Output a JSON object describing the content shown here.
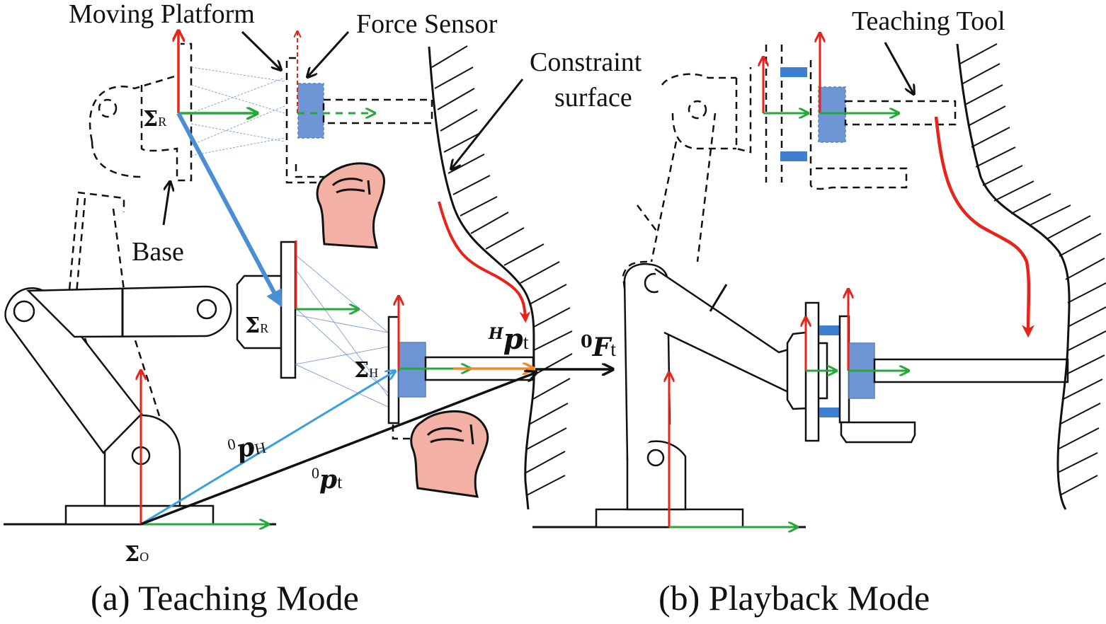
{
  "figure": {
    "panels": [
      {
        "id": "a",
        "caption": "(a) Teaching Mode"
      },
      {
        "id": "b",
        "caption": "(b) Playback Mode"
      }
    ],
    "labels": {
      "moving_platform": "Moving Platform",
      "force_sensor": "Force Sensor",
      "constraint_surface_line1": "Constraint",
      "constraint_surface_line2": "surface",
      "base": "Base",
      "teaching_tool": "Teaching Tool"
    },
    "frames": {
      "sigma": "Σ",
      "robot_frame_sub": "R",
      "hand_frame_sub": "H",
      "origin_frame_sub": "O"
    },
    "vectors": {
      "p_H": {
        "pre": "0",
        "main": "p",
        "sub": "H"
      },
      "p_t": {
        "pre": "0",
        "main": "p",
        "sub": "t"
      },
      "H_p_t": {
        "pre": "H",
        "main": "p",
        "sub": "t"
      },
      "F_t": {
        "pre": "0",
        "main": "F",
        "sub": "t"
      }
    },
    "colors": {
      "z_axis": "#e8231b",
      "x_axis": "#27a83a",
      "vector_blue": "#3a9fe0",
      "vector_blue_thick": "#4a8fd4",
      "sensor_fill": "#6f96d4",
      "tool_vector": "#f08a2a",
      "hand_skin": "#f2b1a4",
      "trajectory": "#e8231b",
      "spring_blue": "#3d7fd0"
    }
  }
}
